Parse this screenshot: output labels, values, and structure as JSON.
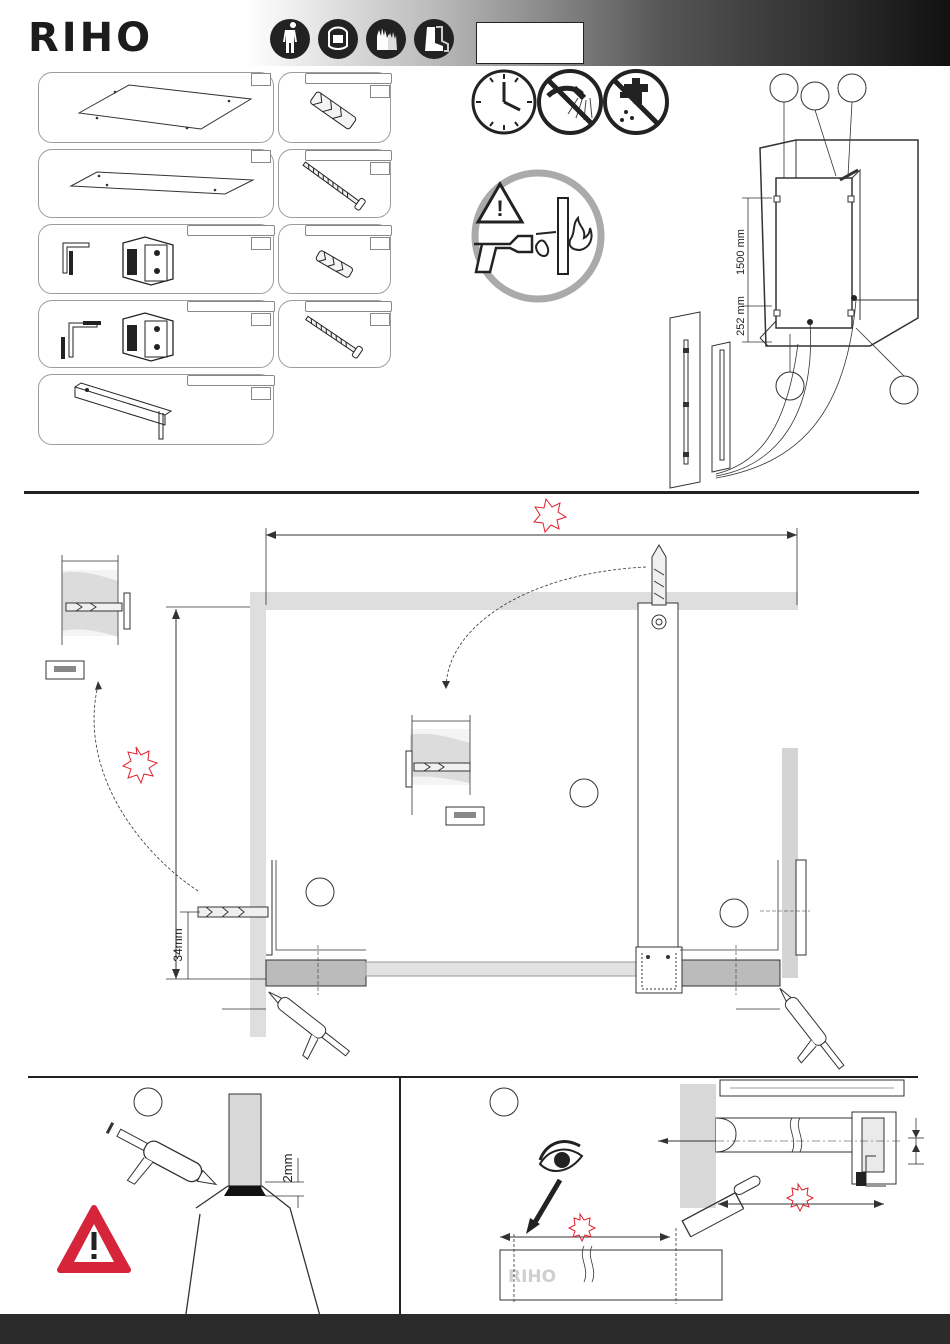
{
  "brand": {
    "logo": "RIHO",
    "watermark": "RIHO"
  },
  "header": {
    "ppe_icons": [
      "coverall-icon",
      "face-shield-icon",
      "gloves-icon",
      "safety-boots-icon"
    ],
    "model_box": ""
  },
  "warnings": {
    "icons": [
      "clock-icon",
      "no-shower-icon",
      "no-water-tap-icon",
      "drill-pipe-cable-danger-icon"
    ]
  },
  "dimensions": {
    "upper": "1500 mm",
    "lower": "252 mm",
    "wall_offset": "34mm",
    "silicone_gap": "2mm"
  },
  "parts": [
    {
      "name": "glass-panel-large"
    },
    {
      "name": "glass-panel-small"
    },
    {
      "name": "wall-hinge-bracket"
    },
    {
      "name": "glass-to-glass-bracket"
    },
    {
      "name": "stabilizer-bar"
    },
    {
      "name": "wall-plug-large"
    },
    {
      "name": "screw-long"
    },
    {
      "name": "wall-plug-small"
    },
    {
      "name": "screw-short"
    }
  ],
  "colors": {
    "warning_red": "#d6243a",
    "marker_red": "#e0202e",
    "wall_grey": "#d9d9d9",
    "ink": "#1a1a1a"
  }
}
